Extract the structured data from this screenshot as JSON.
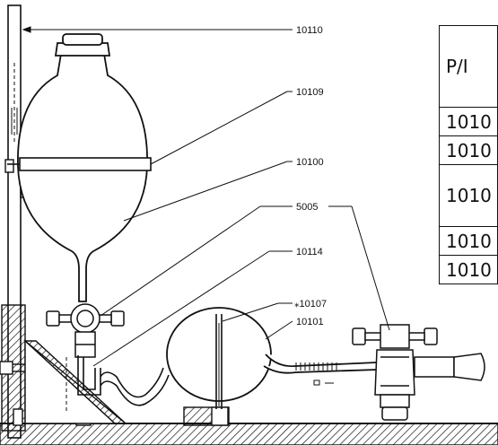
{
  "callouts": {
    "c10110": "10110",
    "c10109": "10109",
    "c10100": "10100",
    "c5005": "5005",
    "c10114": "10114",
    "c10107": "⁎10107",
    "c10101": "10101"
  },
  "parts_table": {
    "header": "P/I",
    "rows": [
      "1010",
      "1010",
      "1010",
      "1010",
      "1010"
    ]
  },
  "colors": {
    "ink": "#111111",
    "paper": "#ffffff"
  }
}
